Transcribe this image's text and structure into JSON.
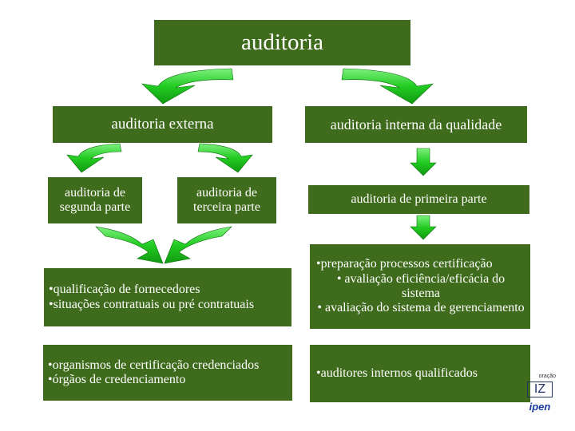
{
  "diagram": {
    "title": "auditoria",
    "external": {
      "label": "auditoria externa",
      "second_party": "auditoria de segunda parte",
      "third_party": "auditoria de terceira parte",
      "second_party_items": [
        "qualificação de fornecedores",
        "situações contratuais ou pré contratuais"
      ],
      "third_party_items": [
        "organismos de certificação credenciados",
        "órgãos de credenciamento"
      ]
    },
    "internal": {
      "label": "auditoria interna da qualidade",
      "first_party": "auditoria de primeira parte",
      "first_party_items": [
        "preparação processos certificação",
        "avaliação eficiência/eficácia do sistema",
        "avaliação do sistema de gerenciamento"
      ],
      "auditors_items": [
        "auditores internos qualificados"
      ]
    }
  },
  "logo": {
    "caption": "oração",
    "mark": "IZ",
    "name": "ipen"
  },
  "colors": {
    "box": "#3f6b1c",
    "arrow": "#33cc33",
    "text": "#ffffff"
  }
}
